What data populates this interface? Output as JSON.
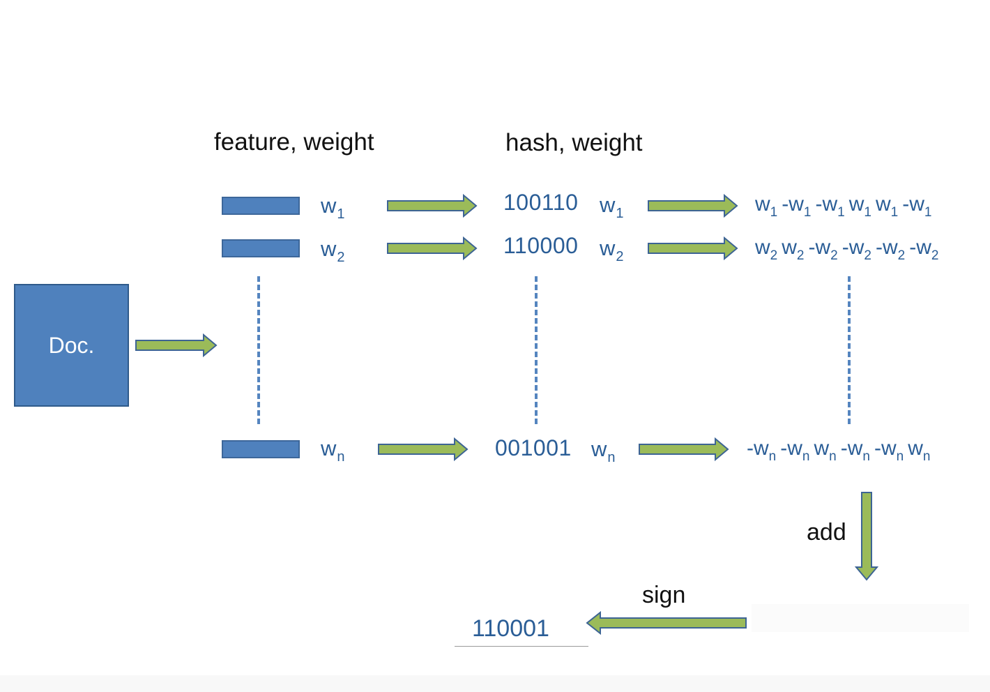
{
  "headers": {
    "left": "feature, weight",
    "middle": "hash, weight"
  },
  "doc_label": "Doc.",
  "rows": [
    {
      "weight": {
        "base": "w",
        "sub": "1"
      },
      "hash": "100110",
      "vector": [
        {
          "sign": "",
          "base": "w",
          "sub": "1"
        },
        {
          "sign": "-",
          "base": "w",
          "sub": "1"
        },
        {
          "sign": "-",
          "base": "w",
          "sub": "1"
        },
        {
          "sign": "",
          "base": "w",
          "sub": "1"
        },
        {
          "sign": "",
          "base": "w",
          "sub": "1"
        },
        {
          "sign": "-",
          "base": "w",
          "sub": "1"
        }
      ]
    },
    {
      "weight": {
        "base": "w",
        "sub": "2"
      },
      "hash": "110000",
      "vector": [
        {
          "sign": "",
          "base": "w",
          "sub": "2"
        },
        {
          "sign": "",
          "base": "w",
          "sub": "2"
        },
        {
          "sign": "-",
          "base": "w",
          "sub": "2"
        },
        {
          "sign": "-",
          "base": "w",
          "sub": "2"
        },
        {
          "sign": "-",
          "base": "w",
          "sub": "2"
        },
        {
          "sign": "-",
          "base": "w",
          "sub": "2"
        }
      ]
    },
    {
      "weight": {
        "base": "w",
        "sub": "n"
      },
      "hash": "001001",
      "vector": [
        {
          "sign": "-",
          "base": "w",
          "sub": "n"
        },
        {
          "sign": "-",
          "base": "w",
          "sub": "n"
        },
        {
          "sign": "",
          "base": "w",
          "sub": "n"
        },
        {
          "sign": "-",
          "base": "w",
          "sub": "n"
        },
        {
          "sign": "-",
          "base": "w",
          "sub": "n"
        },
        {
          "sign": "",
          "base": "w",
          "sub": "n"
        }
      ]
    }
  ],
  "labels": {
    "add": "add",
    "sign": "sign"
  },
  "result": "110001",
  "colors": {
    "box_fill": "#4f81bd",
    "box_border": "#2f5a8a",
    "text_blue": "#2a5d96",
    "arrow_fill": "#9bbb59",
    "arrow_border": "#3d6494"
  },
  "icons": {
    "arrow": "block-arrow-icon"
  }
}
